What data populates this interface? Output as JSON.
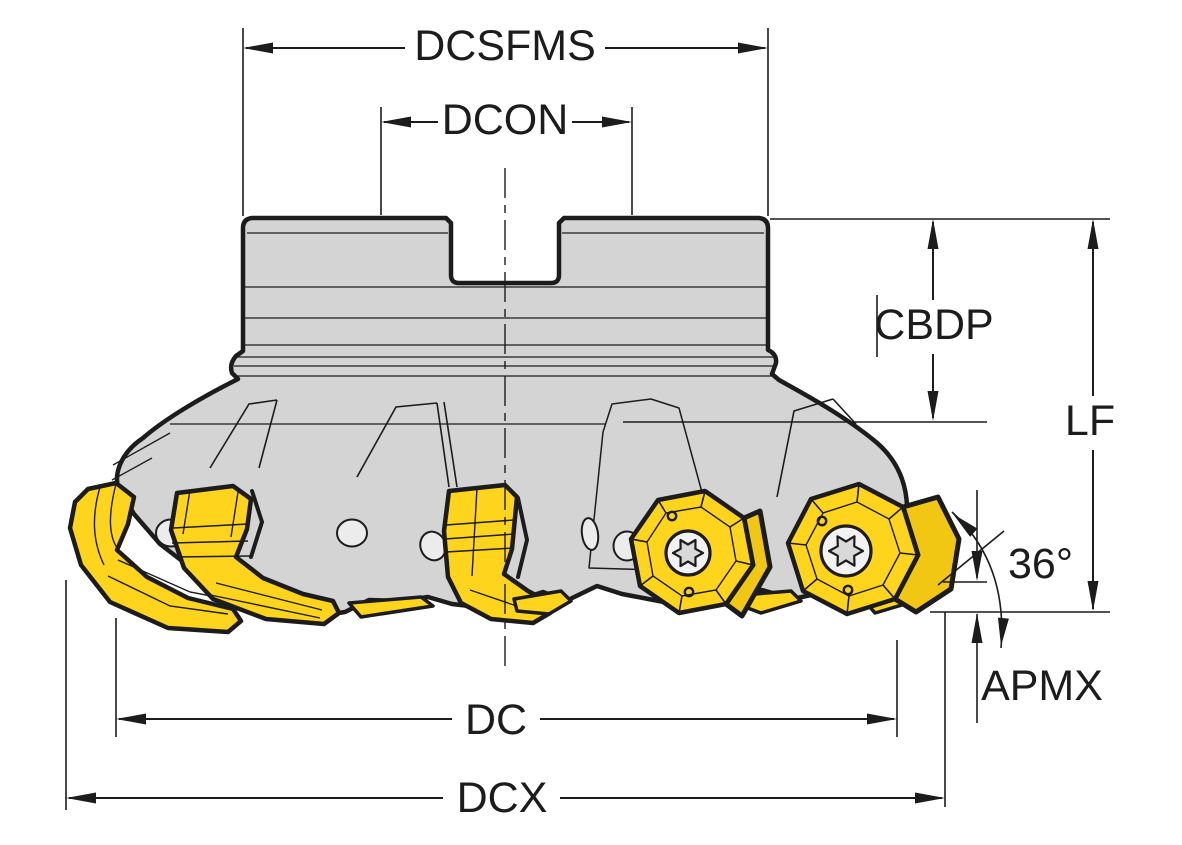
{
  "drawing": {
    "labels": {
      "dcsfms": "DCSFMS",
      "dcon": "DCON",
      "cbdp": "CBDP",
      "lf": "LF",
      "angle": "36°",
      "apmx": "APMX",
      "dc": "DC",
      "dcx": "DCX"
    },
    "colors": {
      "body": "#d4d4d4",
      "insert": "#ffd41c",
      "insert_dark": "#f2c713",
      "line": "#1c1c1c",
      "bore": "#f2f2f2"
    }
  }
}
